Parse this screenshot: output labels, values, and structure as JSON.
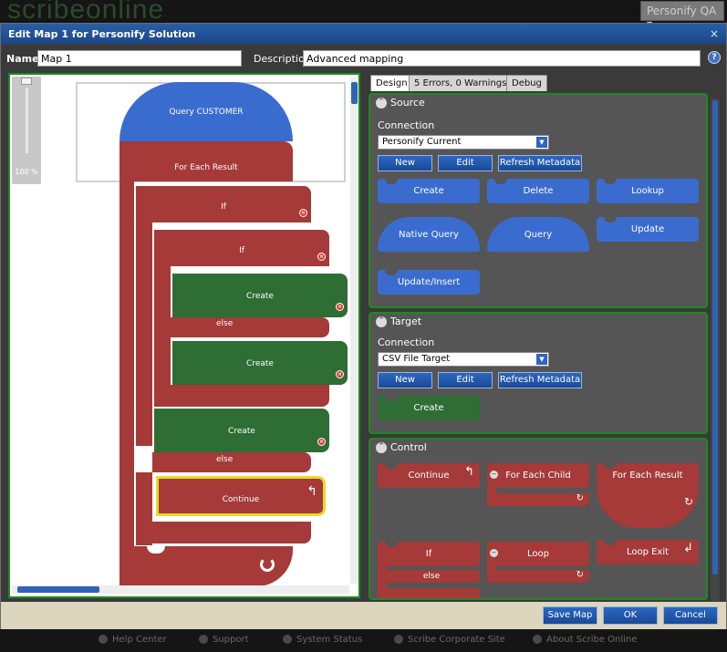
{
  "header": {
    "brand": "scribeonline",
    "org_select": "Personify QA"
  },
  "dialog": {
    "title": "Edit Map 1 for Personify Solution",
    "close": "×",
    "name_label": "Name",
    "name_value": "Map 1",
    "desc_label": "Description",
    "desc_value": "Advanced mapping",
    "help": "?"
  },
  "canvas": {
    "zoom": "100 %",
    "blocks": {
      "query": "Query CUSTOMER",
      "foreach": "For Each Result",
      "if1": "If",
      "if2": "If",
      "create1": "Create",
      "else1": "else",
      "create2": "Create",
      "create3": "Create",
      "else2": "else",
      "continue": "Continue"
    }
  },
  "tabs": [
    {
      "label": "Design"
    },
    {
      "label": "5 Errors, 0 Warnings"
    },
    {
      "label": "Debug"
    }
  ],
  "source": {
    "title": "Source",
    "connection_label": "Connection",
    "connection": "Personify Current",
    "buttons": [
      "New",
      "Edit",
      "Refresh Metadata"
    ],
    "tools": [
      "Create",
      "Delete",
      "Lookup",
      "Native Query",
      "Query",
      "Update",
      "Update/Insert"
    ]
  },
  "target": {
    "title": "Target",
    "connection_label": "Connection",
    "connection": "CSV File Target",
    "buttons": [
      "New",
      "Edit",
      "Refresh Metadata"
    ],
    "tools": [
      "Create"
    ]
  },
  "control": {
    "title": "Control",
    "tools": [
      "Continue",
      "For Each Child",
      "For Each Result",
      "If",
      "else",
      "Loop",
      "Loop Exit"
    ]
  },
  "footer": {
    "save": "Save Map",
    "ok": "OK",
    "cancel": "Cancel"
  },
  "bottom": [
    "Help Center",
    "Support",
    "System Status",
    "Scribe Corporate Site",
    "About Scribe Online"
  ],
  "colors": {
    "accent": "#2a5fa6",
    "block_red": "#a53a38",
    "block_green": "#2e6d33",
    "block_blue": "#3a6cd0",
    "panel_border": "#1e8a1e"
  }
}
